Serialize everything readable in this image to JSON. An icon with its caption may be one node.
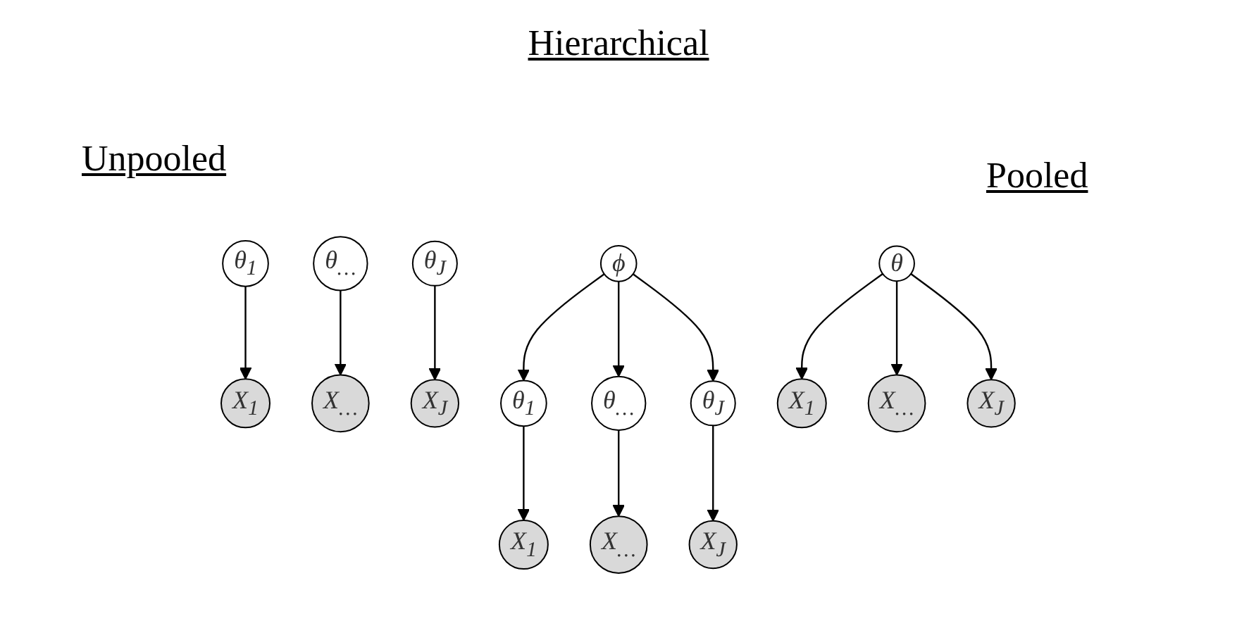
{
  "diagram": {
    "nodes": [
      {
        "text": [
          "θ$_{1}$"
        ]
      },
      {
        "text": [
          "θ$_{…}$"
        ]
      },
      {
        "text": [
          "θ$_{J}$"
        ]
      },
      {
        "text": [
          "X$_{1}$"
        ]
      },
      {
        "text": [
          "X$_{…}$"
        ]
      },
      {
        "text": [
          "X$_{J}$"
        ]
      },
      {
        "text": [
          "ϕ"
        ]
      },
      {
        "text": [
          "θ$_{1}$"
        ]
      },
      {
        "text": [
          "θ$_{…}$"
        ]
      },
      {
        "text": [
          "θ$_{J}$"
        ]
      },
      {
        "text": [
          "X$_{1}$"
        ]
      },
      {
        "text": [
          "X$_{…}$"
        ]
      },
      {
        "text": [
          "X$_{J}$"
        ]
      },
      {
        "text": [
          "θ"
        ]
      },
      {
        "text": [
          "X$_{1}$"
        ]
      },
      {
        "text": [
          "X$_{…}$"
        ]
      },
      {
        "text": [
          "X$_{J}$"
        ]
      }
    ],
    "edges": [
      {
        "from": 0,
        "to": 3,
        "arrow": "to"
      },
      {
        "from": 1,
        "to": 4,
        "arrow": "to"
      },
      {
        "from": 2,
        "to": 5,
        "arrow": "to"
      },
      {
        "from": 6,
        "to": 7,
        "arrow": "to"
      },
      {
        "from": 6,
        "to": 8,
        "arrow": "to"
      },
      {
        "from": 6,
        "to": 9,
        "arrow": "to"
      },
      {
        "from": 7,
        "to": 10,
        "arrow": "to"
      },
      {
        "from": 8,
        "to": 11,
        "arrow": "to"
      },
      {
        "from": 9,
        "to": 12,
        "arrow": "to"
      },
      {
        "from": 13,
        "to": 14,
        "arrow": "to"
      },
      {
        "from": 13,
        "to": 15,
        "arrow": "to"
      },
      {
        "from": 13,
        "to": 16,
        "arrow": "to"
      }
    ],
    "labels": [
      "Hierarchical",
      "Unpooled",
      "Pooled"
    ]
  }
}
